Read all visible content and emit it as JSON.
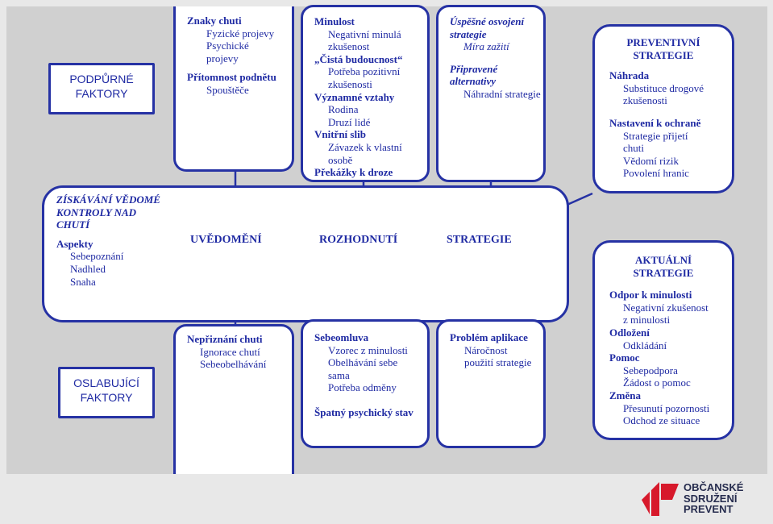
{
  "protective": {
    "label_lines": [
      "PODPŮRNÉ",
      "FAKTORY"
    ]
  },
  "acquiring": {
    "title_lines": [
      "ZÍSKÁVÁNÍ  VĚDOMÉ",
      "KONTROLY NAD",
      "CHUTÍ"
    ],
    "heading": "Aspekty",
    "items": [
      "Sebepoznání",
      "Nadhled",
      "Snaha"
    ]
  },
  "weakening": {
    "label_lines": [
      "OSLABUJÍCÍ",
      "FAKTORY"
    ]
  },
  "craving_signs": {
    "heading": "Znaky chuti",
    "items": [
      "Fyzické projevy",
      "Psychické",
      "projevy"
    ],
    "heading2": "Přítomnost podnětu",
    "items2": [
      "Spouštěče"
    ]
  },
  "motivation": {
    "lines": [
      {
        "t": "Minulost",
        "style": "b"
      },
      {
        "t": "Negativní minulá",
        "style": "ind"
      },
      {
        "t": "zkušenost",
        "style": "ind"
      },
      {
        "t": "„Čistá budoucnost“",
        "style": "b"
      },
      {
        "t": "Potřeba pozitivní",
        "style": "ind"
      },
      {
        "t": "zkušenosti",
        "style": "ind"
      },
      {
        "t": "Významné vztahy",
        "style": "b"
      },
      {
        "t": "Rodina",
        "style": "ind"
      },
      {
        "t": "Druzí lidé",
        "style": "ind"
      },
      {
        "t": "Vnitřní slib",
        "style": "b"
      },
      {
        "t": "Závazek k vlastní",
        "style": "ind"
      },
      {
        "t": "osobě",
        "style": "ind"
      },
      {
        "t": "Překážky k droze",
        "style": "b"
      }
    ]
  },
  "strategies_top": {
    "lines": [
      {
        "t": "Úspěšné osvojení",
        "style": "bi"
      },
      {
        "t": "strategie",
        "style": "bi"
      },
      {
        "t": "Míra zažití",
        "style": "i ind"
      },
      {
        "t": "",
        "style": ""
      },
      {
        "t": "Připravené",
        "style": "bi"
      },
      {
        "t": "alternativy",
        "style": "bi"
      },
      {
        "t": "Náhradní strategie",
        "style": "ind"
      }
    ]
  },
  "process": {
    "awareness": "UVĚDOMĚNÍ",
    "decision": "ROZHODNUTÍ",
    "strategy": "STRATEGIE"
  },
  "denial": {
    "heading": "Nepřiznání chuti",
    "items": [
      "Ignorace chutí",
      "Sebeobelhávání"
    ]
  },
  "self_pity": {
    "heading": "Sebeomluva",
    "items": [
      "Vzorec z  minulosti",
      "Obelhávání sebe",
      "sama",
      "Potřeba odměny"
    ],
    "footer": "Špatný psychický stav"
  },
  "application": {
    "heading": "Problém aplikace",
    "items": [
      "Náročnost",
      "použití strategie"
    ]
  },
  "preventive": {
    "title_lines": [
      "PREVENTIVNÍ",
      "STRATEGIE"
    ],
    "lines": [
      {
        "t": "Náhrada",
        "style": "b"
      },
      {
        "t": "Substituce drogové",
        "style": "ind"
      },
      {
        "t": "zkušenosti",
        "style": "ind"
      },
      {
        "t": "",
        "style": ""
      },
      {
        "t": "Nastavení k ochraně",
        "style": "b"
      },
      {
        "t": "Strategie přijetí",
        "style": "ind"
      },
      {
        "t": "chuti",
        "style": "ind"
      },
      {
        "t": "Vědomí rizik",
        "style": "ind"
      },
      {
        "t": "Povolení hranic",
        "style": "ind"
      }
    ]
  },
  "current": {
    "title_lines": [
      "AKTUÁLNÍ",
      "STRATEGIE"
    ],
    "lines": [
      {
        "t": "Odpor k minulosti",
        "style": "b"
      },
      {
        "t": "Negativní zkušenost",
        "style": "ind"
      },
      {
        "t": "z  minulosti",
        "style": "ind"
      },
      {
        "t": "Odložení",
        "style": "b"
      },
      {
        "t": "Odkládání",
        "style": "ind"
      },
      {
        "t": "Pomoc",
        "style": "b"
      },
      {
        "t": "Sebepodpora",
        "style": "ind"
      },
      {
        "t": "Žádost o pomoc",
        "style": "ind"
      },
      {
        "t": "Změna",
        "style": "b"
      },
      {
        "t": "Přesunutí pozornosti",
        "style": "ind"
      },
      {
        "t": "Odchod ze situace",
        "style": "ind"
      }
    ]
  },
  "logo": {
    "lines": [
      "OBČANSKÉ",
      "SDRUŽENÍ",
      "PREVENT"
    ],
    "colors": {
      "mark": "#d7192b",
      "text": "#262c4e"
    }
  },
  "colors": {
    "border": "#2632a4",
    "text": "#1f2aa3",
    "panel": "#d0d0d0"
  }
}
